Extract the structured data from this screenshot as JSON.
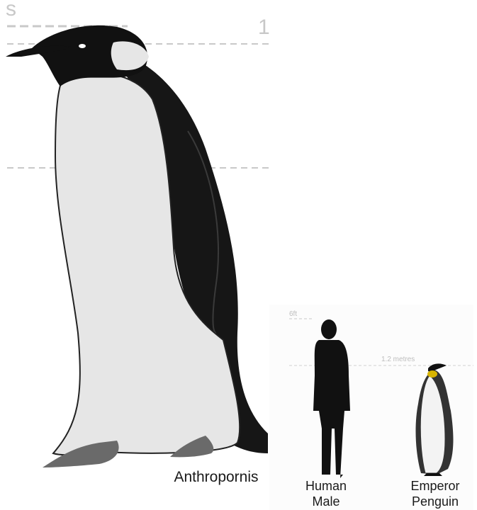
{
  "left_panel": {
    "corner_left_text": "s",
    "corner_right_text": "1",
    "species_label": "Anthropornis"
  },
  "right_panel": {
    "scale_top_label": "6ft",
    "scale_label": "1.2 metres",
    "human_label": "Human\nMale",
    "penguin_label": "Emperor\nPenguin"
  }
}
